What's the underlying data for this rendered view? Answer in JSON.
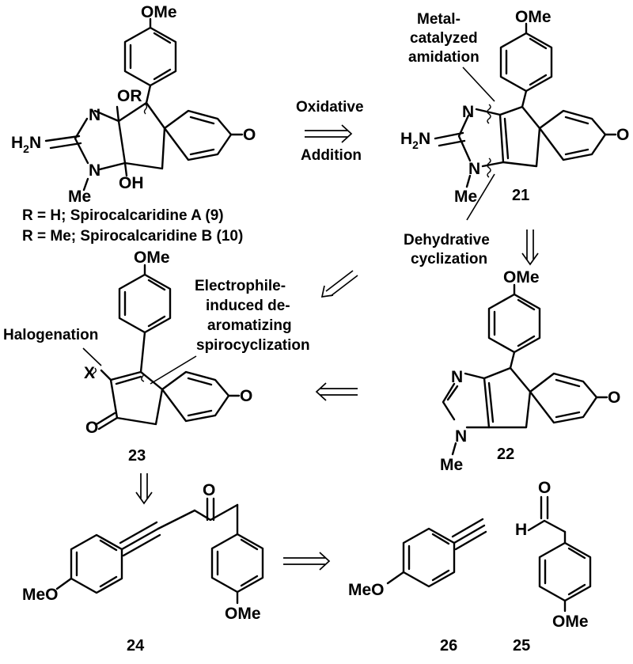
{
  "compounds": {
    "spiro": {
      "caption_a": "R = H; Spirocalcaridine A (9)",
      "caption_b": "R = Me; Spirocalcaridine B (10)",
      "atoms": {
        "ome": "OMe",
        "or": "OR",
        "n": "N",
        "h2n": "H",
        "h2n_sub": "2",
        "h2n_n": "N",
        "n2": "N",
        "me": "Me",
        "oh": "OH",
        "o": "O"
      }
    },
    "c21": {
      "number": "21",
      "atoms": {
        "ome": "OMe",
        "n": "N",
        "h2n": "H",
        "h2n_sub": "2",
        "h2n_n": "N",
        "n2": "N",
        "me": "Me",
        "o": "O"
      }
    },
    "c22": {
      "number": "22",
      "atoms": {
        "ome": "OMe",
        "n": "N",
        "n2": "N",
        "me": "Me",
        "o": "O"
      }
    },
    "c23": {
      "number": "23",
      "atoms": {
        "ome": "OMe",
        "x": "X",
        "o_left": "O",
        "o": "O"
      }
    },
    "c24": {
      "number": "24",
      "atoms": {
        "o": "O",
        "meo": "MeO",
        "ome": "OMe"
      }
    },
    "c26": {
      "number": "26",
      "atoms": {
        "meo": "MeO"
      }
    },
    "c25": {
      "number": "25",
      "atoms": {
        "h": "H",
        "o": "O",
        "ome": "OMe"
      }
    }
  },
  "annotations": {
    "oxidative": "Oxidative",
    "addition": "Addition",
    "metal_1": "Metal-",
    "metal_2": "catalyzed",
    "metal_3": "amidation",
    "dehydrative_1": "Dehydrative",
    "dehydrative_2": "cyclization",
    "electrophile_1": "Electrophile-",
    "electrophile_2": "induced de-",
    "electrophile_3": "aromatizing",
    "electrophile_4": "spirocyclization",
    "halogenation": "Halogenation"
  }
}
